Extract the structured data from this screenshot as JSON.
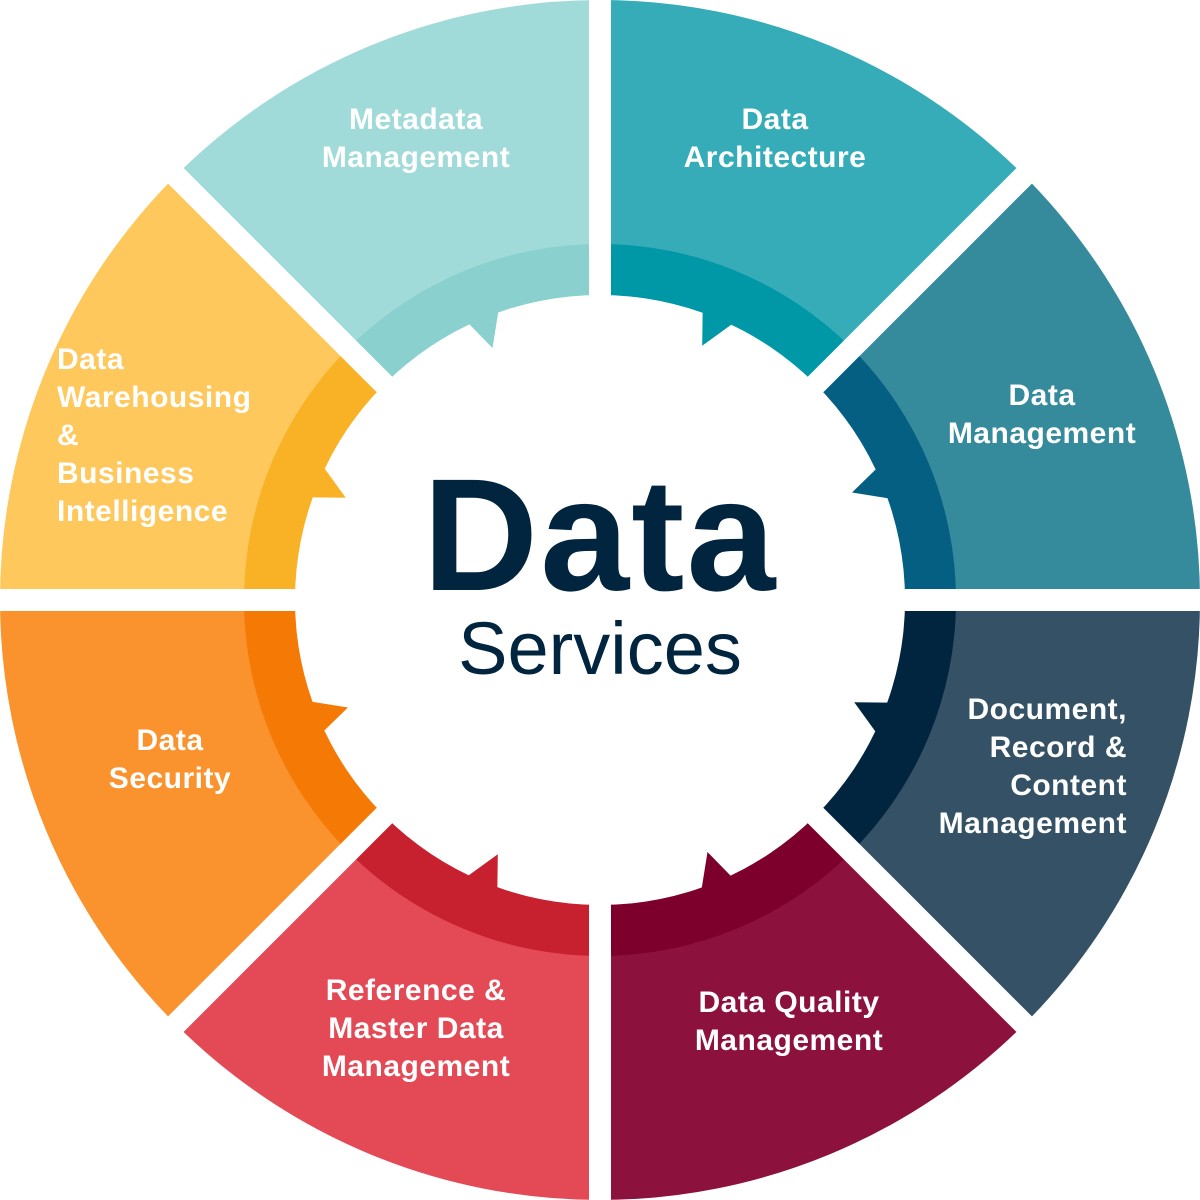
{
  "center": {
    "title": "Data",
    "subtitle": "Services"
  },
  "segments": [
    {
      "label": "Data\nArchitecture",
      "color": "#35acb8",
      "inner": "#0097a7"
    },
    {
      "label": "Data\nManagement",
      "color": "#358a9b",
      "inner": "#045f82"
    },
    {
      "label": "Document,\nRecord &\nContent\nManagement",
      "color": "#345165",
      "inner": "#01253f"
    },
    {
      "label": "Data Quality\nManagement",
      "color": "#8c113c",
      "inner": "#7c002b"
    },
    {
      "label": "Reference &\nMaster Data\nManagement",
      "color": "#e34a56",
      "inner": "#c7202f"
    },
    {
      "label": "Data\nSecurity",
      "color": "#fa922d",
      "inner": "#f57a05"
    },
    {
      "label": "Data\nWarehousing\n&\nBusiness\nIntelligence",
      "color": "#fec85c",
      "inner": "#f9b225"
    },
    {
      "label": "Metadata\nManagement",
      "color": "#a1dbd9",
      "inner": "#89d0ce"
    }
  ]
}
